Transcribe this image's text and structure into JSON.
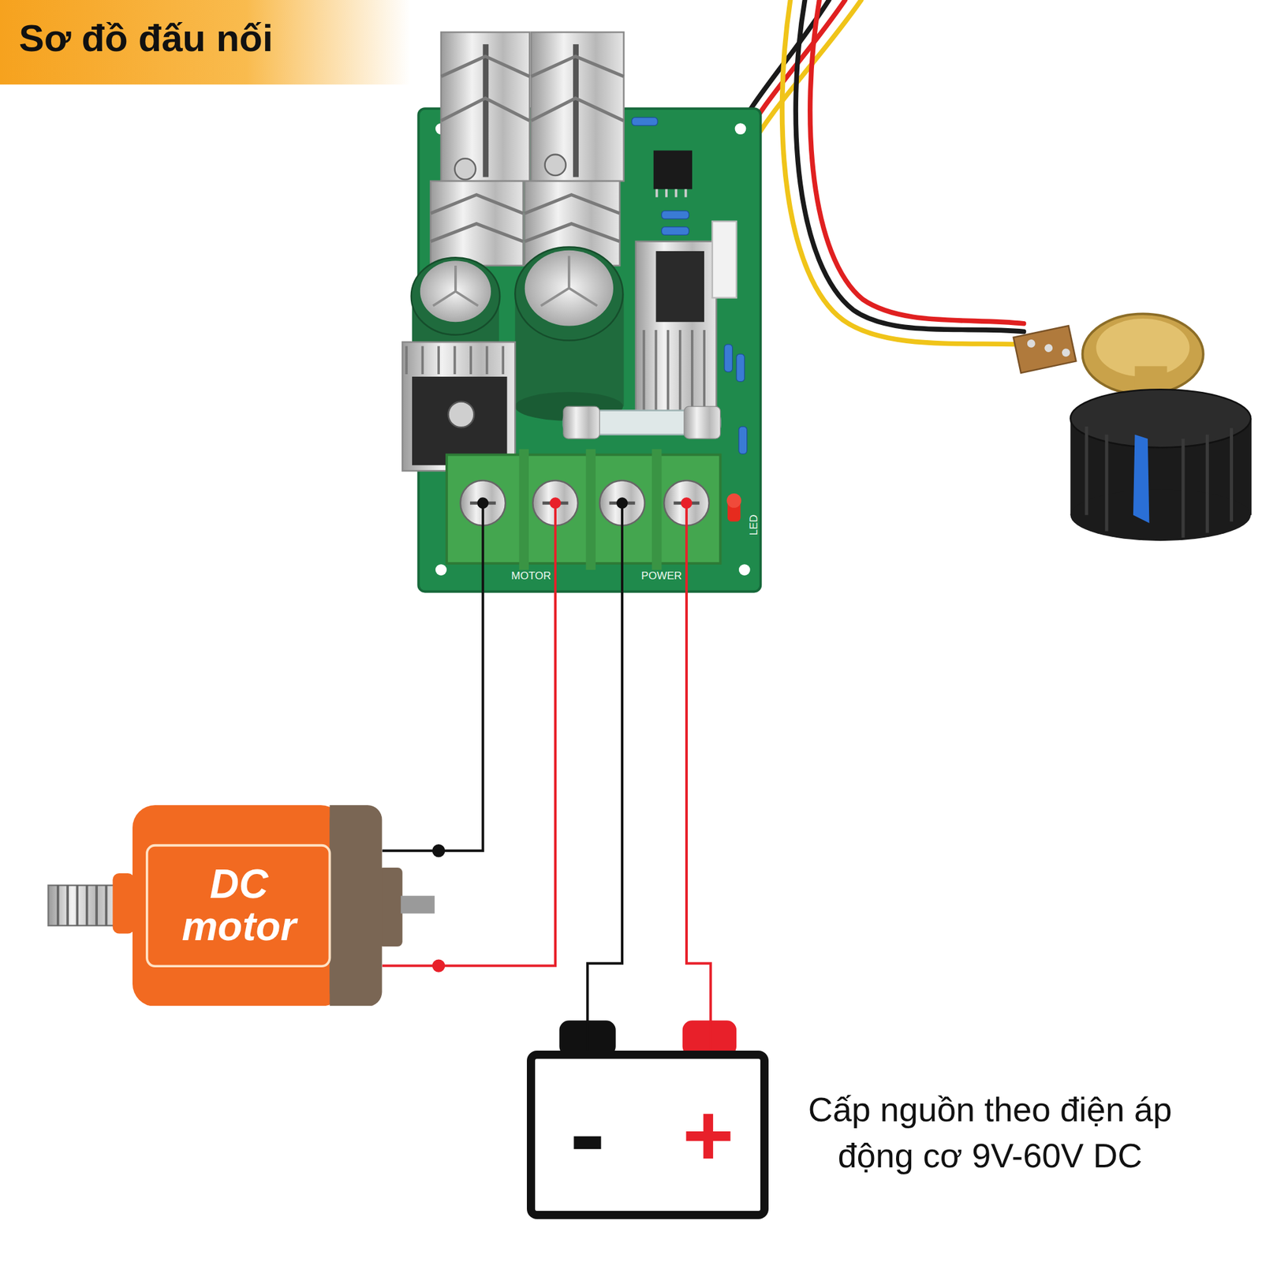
{
  "diagram": {
    "title": "Sơ đồ đấu nối",
    "caption": "Cấp nguồn theo điện áp động cơ 9V-60V DC",
    "nodes": [
      {
        "text": [
          "MOTOR",
          "POWER",
          "LED"
        ]
      },
      {
        "text": [
          "DC motor"
        ]
      },
      {
        "text": [
          "-",
          "+"
        ]
      }
    ],
    "edges": [
      {
        "from": 1,
        "to": 0,
        "arrow": "none"
      },
      {
        "from": 1,
        "to": 0,
        "arrow": "none"
      },
      {
        "from": 2,
        "to": 0,
        "arrow": "none"
      },
      {
        "from": 2,
        "to": 0,
        "arrow": "none"
      }
    ]
  }
}
